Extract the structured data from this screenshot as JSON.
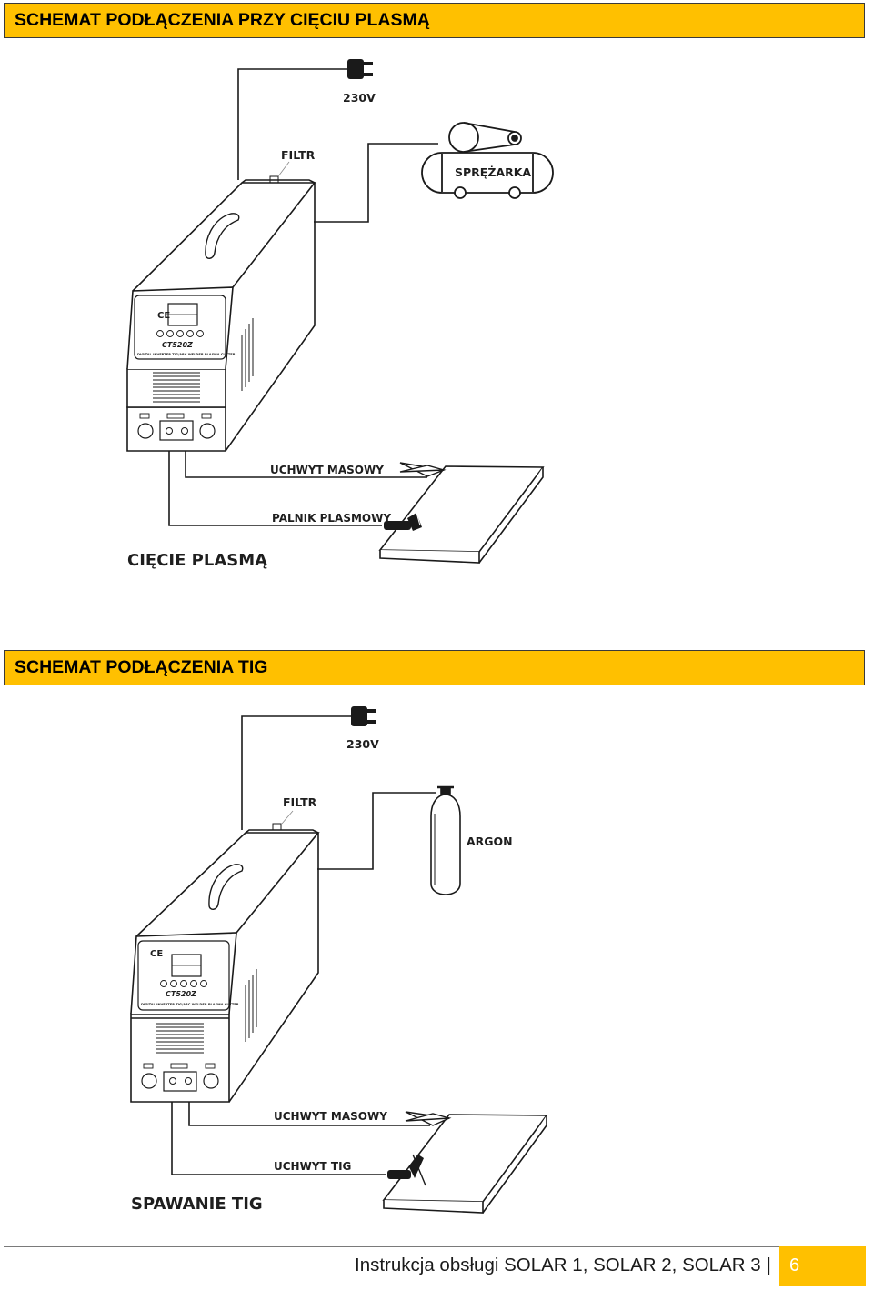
{
  "sections": [
    {
      "title": "SCHEMAT PODŁĄCZENIA PRZY CIĘCIU PLASMĄ",
      "labels": {
        "voltage": "230V",
        "filter": "FILTR",
        "source": "SPRĘŻARKA",
        "ground": "UCHWYT MASOWY",
        "tool": "PALNIK PLASMOWY",
        "caption": "CIĘCIE PLASMĄ"
      }
    },
    {
      "title": "SCHEMAT PODŁĄCZENIA TIG",
      "labels": {
        "voltage": "230V",
        "filter": "FILTR",
        "source": "ARGON",
        "ground": "UCHWYT MASOWY",
        "tool": "UCHWYT TIG",
        "caption": "SPAWANIE TIG"
      }
    }
  ],
  "machine": {
    "model": "CT520Z",
    "panel_text": "DIGITAL INVERTER TIG/ARC WELDER PLASMA CUTTER"
  },
  "footer": {
    "text": "Instrukcja obsługi SOLAR 1, SOLAR 2, SOLAR 3",
    "separator": "|",
    "page_number": "6"
  },
  "colors": {
    "banner": "#ffc000",
    "line": "#1a1a1a"
  }
}
